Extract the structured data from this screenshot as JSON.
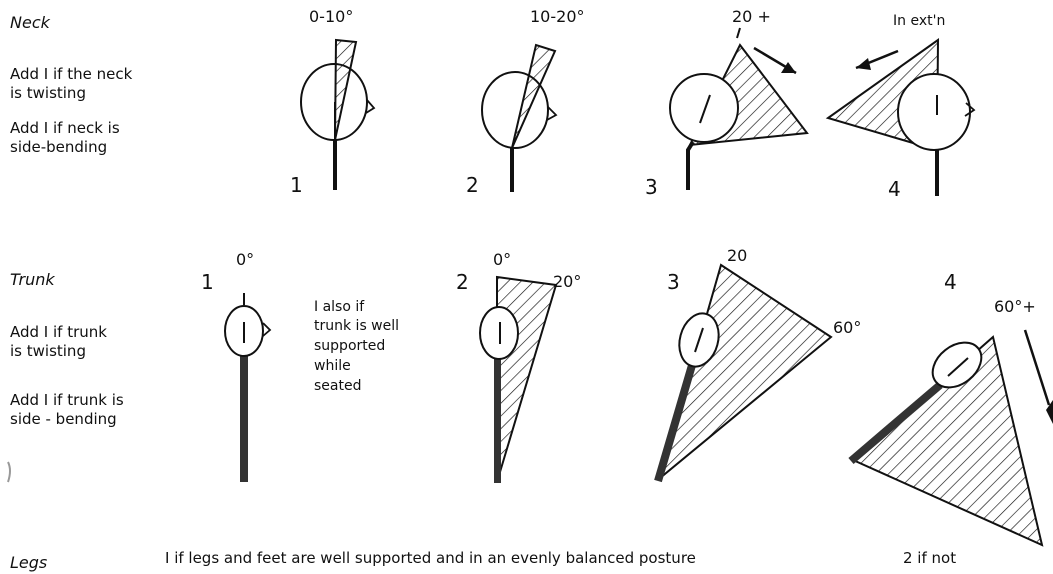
{
  "neck": {
    "title": "Neck",
    "notes": [
      "Add I if the neck",
      "is twisting",
      "Add I if neck is",
      "side-bending"
    ],
    "positions": [
      {
        "num": "1",
        "angle": "0-10°"
      },
      {
        "num": "2",
        "angle": "10-20°"
      },
      {
        "num": "3",
        "angle": "20 +"
      },
      {
        "num": "4",
        "angle": "In ext'n"
      }
    ]
  },
  "trunk": {
    "title": "Trunk",
    "notes": [
      "Add I if trunk",
      "is twisting",
      "Add I if trunk is",
      "side - bending"
    ],
    "supported_note": [
      "I also if",
      "trunk is well",
      "supported",
      "while",
      "seated"
    ],
    "positions": [
      {
        "num": "1",
        "angles": [
          "0°"
        ]
      },
      {
        "num": "2",
        "angles": [
          "0°",
          "20°"
        ]
      },
      {
        "num": "3",
        "angles": [
          "20",
          "60°"
        ]
      },
      {
        "num": "4",
        "angles": [
          "60°+"
        ]
      }
    ]
  },
  "legs": {
    "title": "Legs",
    "score1": "I if legs and feet are well supported and in an evenly balanced posture",
    "score2": "2 if not"
  }
}
